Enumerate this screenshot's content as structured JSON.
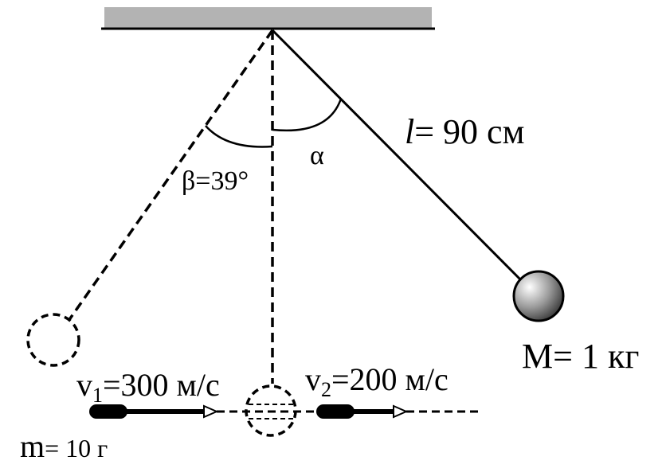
{
  "labels": {
    "length_var": "l",
    "length_value": "= 90 см",
    "alpha": "α",
    "beta": "β=39°",
    "mass_big": "M= 1 кг",
    "v1_base": "v",
    "v1_sub": "1",
    "v1_value": "=300 м/с",
    "v2_base": "v",
    "v2_sub": "2",
    "v2_value": "=200 м/с",
    "mass_small_var": "m",
    "mass_small_value": "= 10 г"
  },
  "colors": {
    "ceiling": "#b3b3b3",
    "line": "#000000",
    "ball_light": "#ffffff",
    "ball_dark": "#3a3a3a"
  }
}
